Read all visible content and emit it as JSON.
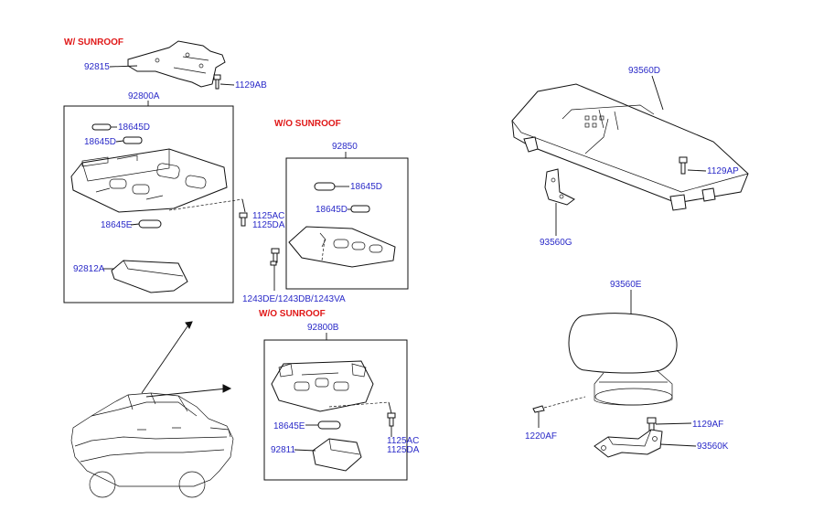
{
  "headers": {
    "with_sunroof": "W/ SUNROOF",
    "without_sunroof_1": "W/O SUNROOF",
    "without_sunroof_2": "W/O SUNROOF"
  },
  "parts": {
    "p92815": "92815",
    "p1129ab": "1129AB",
    "p92800a": "92800A",
    "p18645d_a1": "18645D",
    "p18645d_a2": "18645D",
    "p18645e_a": "18645E",
    "p92812a": "92812A",
    "p1125ac_a": "1125AC",
    "p1125da_a": "1125DA",
    "p92850": "92850",
    "p18645d_b1": "18645D",
    "p18645d_b2": "18645D",
    "p1243": "1243DE/1243DB/1243VA",
    "p92800b": "92800B",
    "p18645e_b": "18645E",
    "p92811": "92811",
    "p1125ac_b": "1125AC",
    "p1125da_b": "1125DA",
    "p93560d": "93560D",
    "p1129ap": "1129AP",
    "p93560g": "93560G",
    "p93560e": "93560E",
    "p1220af": "1220AF",
    "p1129af": "1129AF",
    "p93560k": "93560K"
  },
  "colors": {
    "label": "#2a2ac8",
    "header": "#e01818",
    "line": "#111111"
  }
}
